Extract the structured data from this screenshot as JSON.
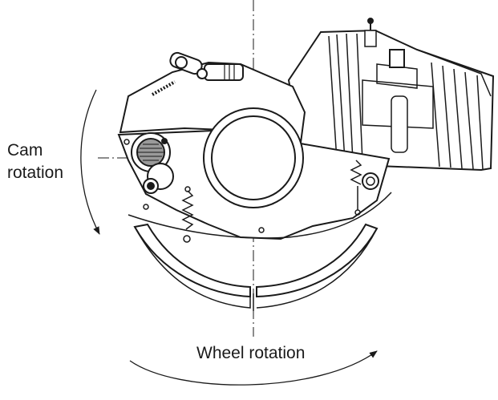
{
  "labels": {
    "cam_line1": "Cam",
    "cam_line2": "rotation",
    "wheel": "Wheel rotation"
  },
  "colors": {
    "line": "#1a1a1a",
    "background": "#ffffff"
  },
  "icons": {
    "cam_arrow": "curved-arrow-counterclockwise-icon",
    "wheel_arrow": "curved-arrow-clockwise-icon"
  }
}
